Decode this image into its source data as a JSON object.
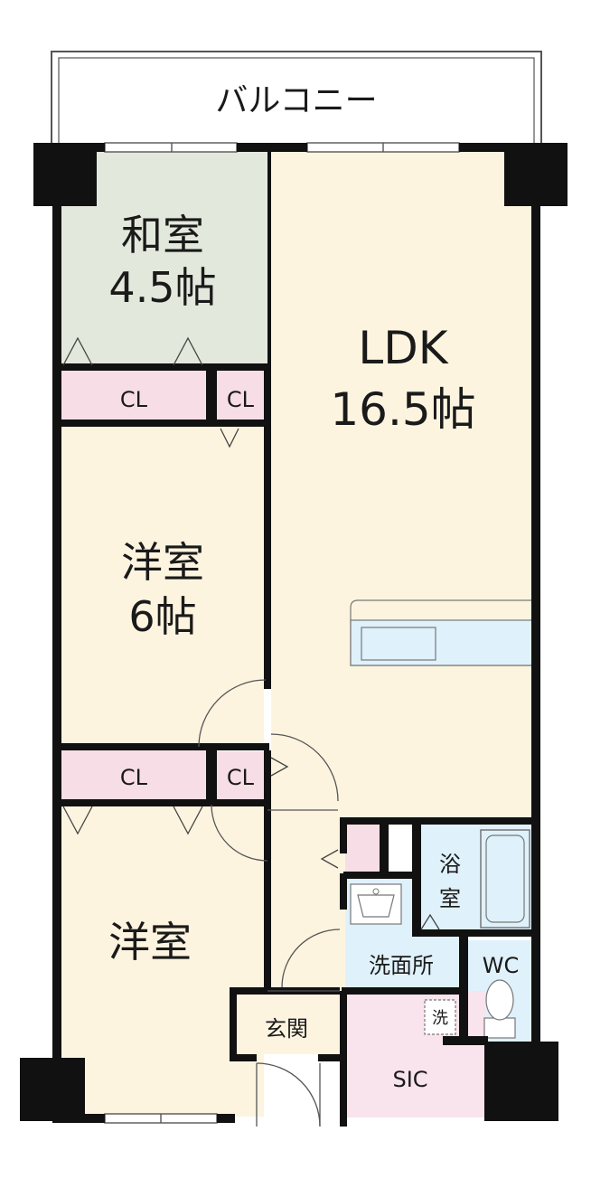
{
  "rooms": {
    "balcony": "バルコニー",
    "washitsu_name": "和室",
    "washitsu_size": "4.5帖",
    "ldk_name": "LDK",
    "ldk_size": "16.5帖",
    "youshitsu1_name": "洋室",
    "youshitsu1_size": "6帖",
    "youshitsu2_name": "洋室",
    "closet": "CL",
    "bath": [
      "浴",
      "室"
    ],
    "washroom": "洗面所",
    "wc": "WC",
    "washer": "洗",
    "entrance": "玄関",
    "sic": "SIC"
  },
  "colors": {
    "wall": "#111111",
    "tatami": "#e3e8dc",
    "flooring": "#fdf4e0",
    "closet": "#f7dde6",
    "wet": "#dff1fb",
    "entrance": "#fdf4e0",
    "sic": "#f9e3ec"
  }
}
